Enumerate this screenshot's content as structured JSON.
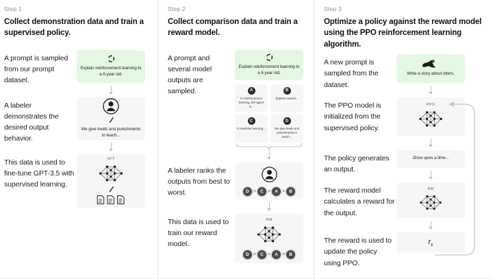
{
  "diagram": {
    "title_semantic": "RLHF three-step training diagram",
    "columns": [
      {
        "step_label": "Step 1",
        "title": "Collect demonstration data and train a supervised policy.",
        "descriptions": [
          "A prompt is sampled from our prompt dataset.",
          "A labeler demonstrates the desired output behavior.",
          "This data is used to fine-tune GPT-3.5 with supervised learning."
        ],
        "prompt_card": {
          "text": "Explain reinforcement learning to a 6 year old.",
          "icon": "recycle-loop-icon",
          "color": "#e4f7e2"
        },
        "labeler_card": {
          "icon": "person-avatar-icon",
          "pen_icon": "pen-icon",
          "text": "We give treats and punishments to teach..."
        },
        "model_card": {
          "label": "SFT",
          "icon": "neural-network-icon",
          "pen_icon": "pen-icon",
          "docs_icon": "documents-icon"
        }
      },
      {
        "step_label": "Step 2",
        "title": "Collect comparison data and train a reward model.",
        "descriptions": [
          "A prompt and several model outputs are sampled.",
          "A labeler ranks the outputs from best to worst.",
          "This data is used to train our reward model."
        ],
        "prompt_card": {
          "text": "Explain reinforcement learning to a 6 year old.",
          "icon": "recycle-loop-icon",
          "color": "#e4f7e2"
        },
        "options": [
          {
            "badge": "A",
            "text": "In reinforcement learning, the agent is..."
          },
          {
            "badge": "B",
            "text": "Explain reward..."
          },
          {
            "badge": "C",
            "text": "In machine learning..."
          },
          {
            "badge": "D",
            "text": "We give treats and punishments to teach..."
          }
        ],
        "labeler_card": {
          "icon": "person-avatar-icon",
          "ranking": [
            "D",
            "C",
            "A",
            "B"
          ]
        },
        "model_card": {
          "label": "RM",
          "icon": "neural-network-icon",
          "ranking": [
            "D",
            "C",
            "A",
            "B"
          ]
        }
      },
      {
        "step_label": "Step 3",
        "title": "Optimize a policy against the reward model using the PPO reinforcement learning algorithm.",
        "descriptions": [
          "A new prompt is sampled from the dataset.",
          "The PPO model is initialized from the supervised policy.",
          "The policy generates an output.",
          "The reward model calculates a reward for the output.",
          "The reward is used to update the policy using PPO."
        ],
        "prompt_card": {
          "text": "Write a story about otters.",
          "icon": "otter-icon",
          "color": "#e4f7e2"
        },
        "ppo_card": {
          "label": "PPO",
          "icon": "neural-network-icon"
        },
        "output_card": {
          "text": "Once upon a time..."
        },
        "rm_card": {
          "label": "RM",
          "icon": "neural-network-icon"
        },
        "reward_card": {
          "symbol": "r",
          "subscript": "k"
        }
      }
    ]
  },
  "colors": {
    "prompt_green": "#e4f7e2",
    "card_gray": "#f6f6f6",
    "arrow_gray": "#bfbfbf",
    "text": "#1d1d1d",
    "muted": "#8a8a8a"
  }
}
